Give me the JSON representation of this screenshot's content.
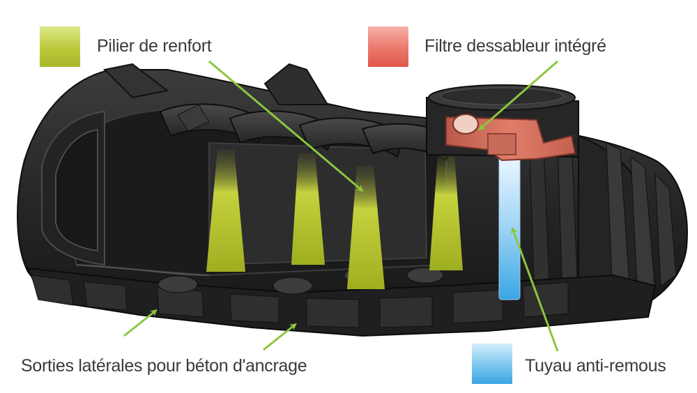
{
  "legend": {
    "pilier_label": "Pilier de renfort",
    "filtre_label": "Filtre dessableur intégré",
    "sorties_label": "Sorties latérales pour béton d'ancrage",
    "tuyau_label": "Tuyau anti-remous"
  },
  "colors": {
    "pilier": "#b9c93a",
    "filtre": "#e56a5e",
    "tuyau": "#5cb9ec",
    "arrow": "#8cc63f",
    "tank": "#2a2a2a"
  }
}
